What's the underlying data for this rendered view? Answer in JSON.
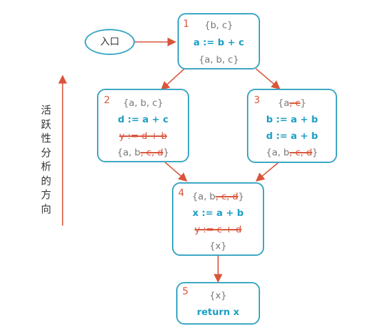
{
  "entry": "入口",
  "side_label": [
    "活",
    "跃",
    "性",
    "分",
    "析",
    "的",
    "方",
    "向"
  ],
  "colors": {
    "block_border": "#3aa6c4",
    "arrow": "#d9543a",
    "statement": "#1a9ec4",
    "set": "#777777"
  },
  "blocks": {
    "b1": {
      "num": "1",
      "in": "{b, c}",
      "stmt": "a := b + c",
      "out": "{a, b, c}"
    },
    "b2": {
      "num": "2",
      "in": "{a, b, c}",
      "stmt": "d := a + c",
      "dead": "y := d + b",
      "out_keep": "{a, b",
      "out_strike": ", c, d",
      "out_close": "}"
    },
    "b3": {
      "num": "3",
      "in_open": "{a",
      "in_strike": ", c",
      "in_close": "}",
      "stmt1": "b := a + b",
      "stmt2": "d := a + b",
      "out_keep": "{a, b",
      "out_strike": ", c, d",
      "out_close": "}"
    },
    "b4": {
      "num": "4",
      "in_keep": "{a, b",
      "in_strike": ", c, d",
      "in_close": "}",
      "stmt": "x := a + b",
      "dead": "y := c + d",
      "out": "{x}"
    },
    "b5": {
      "num": "5",
      "in": "{x}",
      "stmt": "return x"
    }
  }
}
